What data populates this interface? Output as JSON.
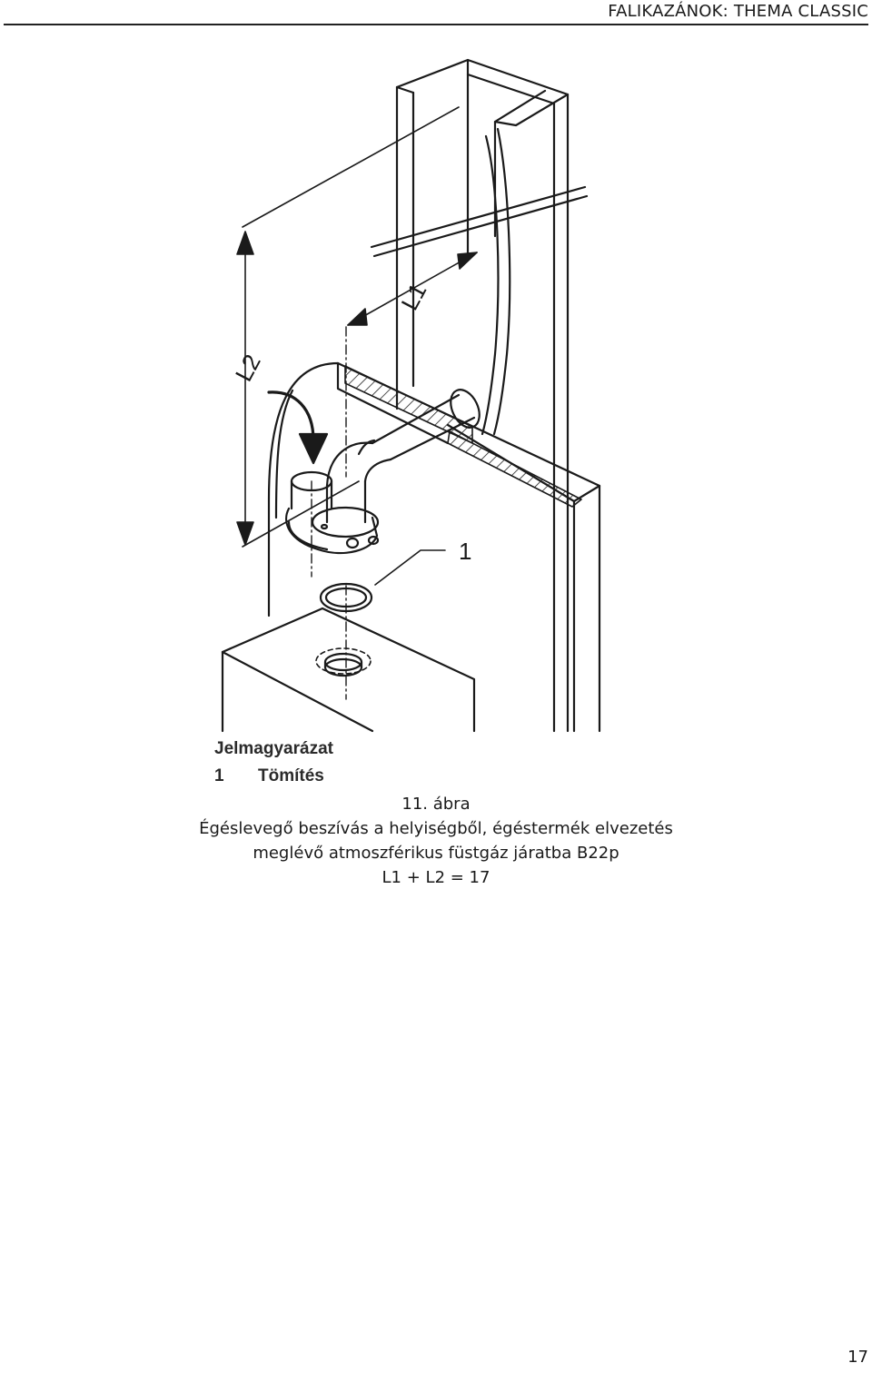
{
  "header": {
    "title": "FALIKAZÁNOK: THEMA CLASSIC"
  },
  "figure": {
    "labels": {
      "l1": "L1",
      "l2": "L2",
      "callout": "1"
    }
  },
  "legend": {
    "title": "Jelmagyarázat",
    "items": [
      {
        "number": "1",
        "label": "Tömítés"
      }
    ]
  },
  "caption": {
    "figure_number": "11. ábra",
    "line1": "Égéslevegő beszívás a helyiségből, égéstermék elvezetés",
    "line2": "meglévő atmoszférikus füstgáz járatba B22p",
    "formula": "L1 + L2 =  17"
  },
  "page": {
    "number": "17"
  }
}
